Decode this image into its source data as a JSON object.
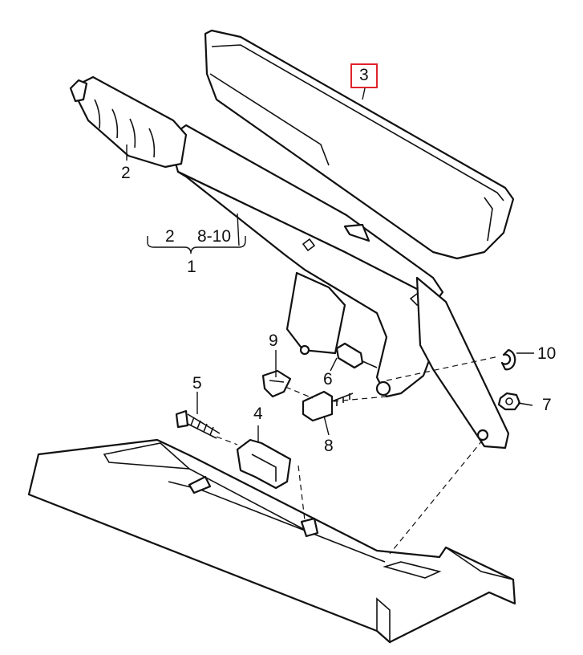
{
  "diagram": {
    "highlight_color": "#e0232c",
    "callouts": {
      "part_3": "3",
      "part_2_grip": "2",
      "group_items_2": "2",
      "group_items_8_10": "8-10",
      "group_total": "1",
      "part_9": "9",
      "part_6": "6",
      "part_10": "10",
      "part_5": "5",
      "part_4": "4",
      "part_7": "7",
      "part_8": "8"
    }
  }
}
